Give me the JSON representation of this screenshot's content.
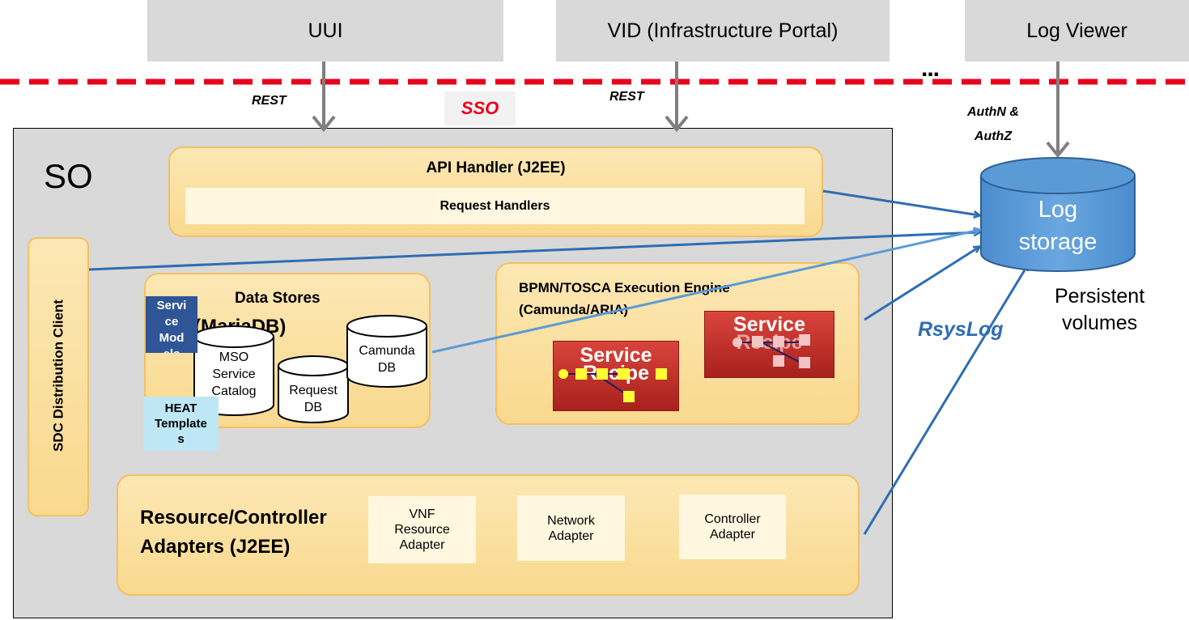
{
  "portals": {
    "uui": "UUI",
    "vid": "VID (Infrastructure Portal)",
    "ellipsis": "...",
    "log_viewer": "Log Viewer"
  },
  "arrow_labels": {
    "rest_left": "REST",
    "sso": "SSO",
    "rest_right": "REST",
    "authn": "AuthN &\nAuthZ",
    "rsyslog": "RsysLog"
  },
  "so": {
    "title": "SO",
    "api_handler": {
      "title": "API Handler (J2EE)",
      "request_handlers": "Request Handlers"
    },
    "sdc_client": "SDC Distribution Client",
    "data_stores": {
      "title": "Data Stores",
      "title_partial": "(MariaDB)",
      "service_models": "Servi\nce\nMod\nels",
      "mso_catalog": "MSO\nService\nCatalog",
      "request_db": "Request\nDB",
      "camunda_db": "Camunda\nDB",
      "heat_templates": "HEAT\nTemplate\ns"
    },
    "engine": {
      "title": "BPMN/TOSCA Execution Engine\n(Camunda/ARIA)",
      "recipe_1_top": "Service",
      "recipe_1_bottom": "Recipe",
      "recipe_2_top": "Service",
      "recipe_2_bottom": "Recipe"
    },
    "adapters": {
      "title": "Resource/Controller\nAdapters (J2EE)",
      "vnf": "VNF\nResource\nAdapter",
      "network": "Network\nAdapter",
      "controller": "Controller\nAdapter"
    }
  },
  "log_storage": {
    "label": "Log\nstorage",
    "caption": "Persistent\nvolumes"
  },
  "colors": {
    "sso_line": "#e8001c",
    "arrow_blue": "#2e6db4",
    "arrow_light_blue": "#5b9bd5",
    "cylinder": "#5b9bd5",
    "service_models_box": "#2f5597",
    "heat_box": "#bde7f5",
    "recipe_red": "#c0302a",
    "token_yellow": "#ffff33"
  }
}
